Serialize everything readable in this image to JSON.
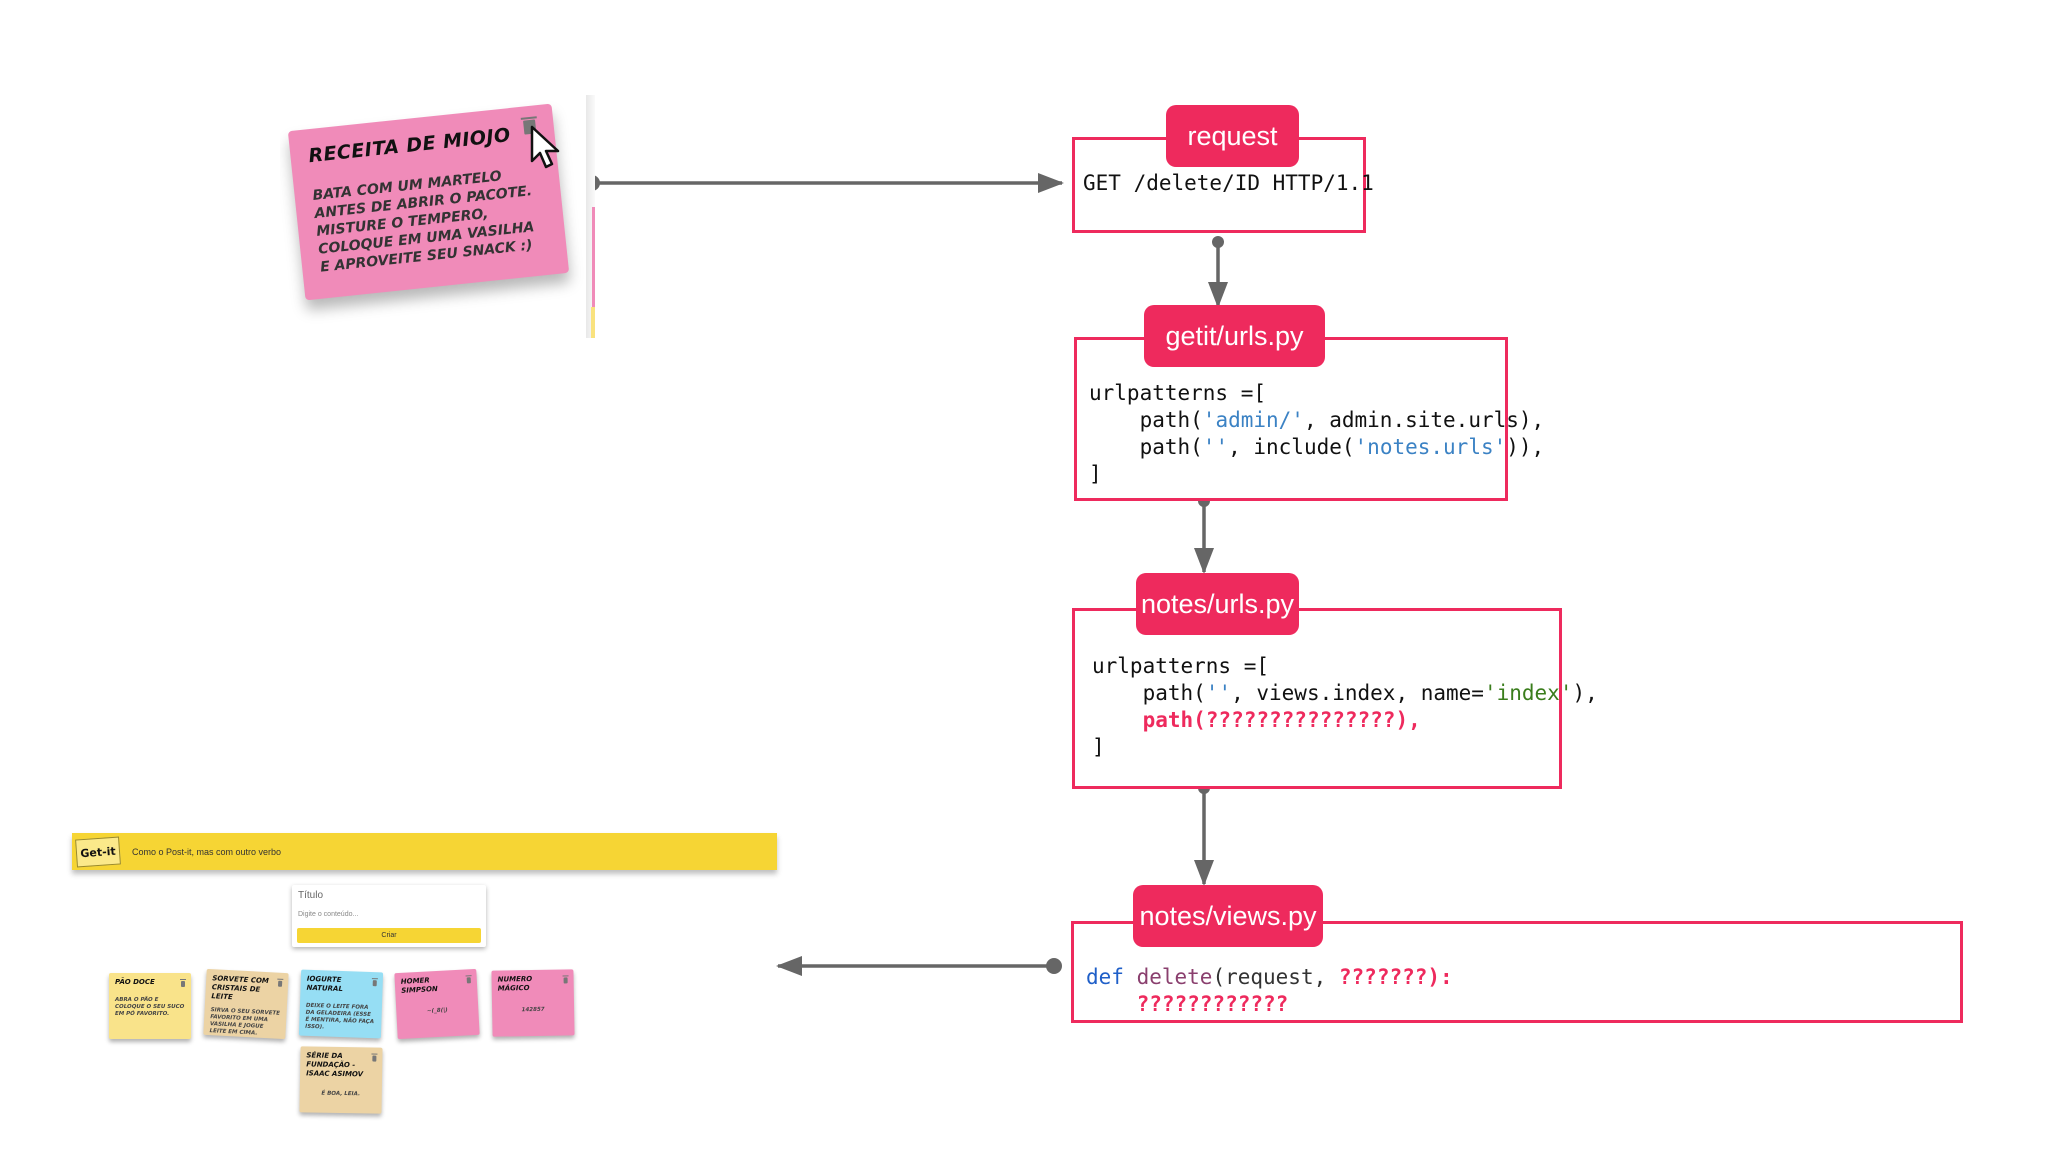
{
  "colors": {
    "accent": "#ee2a5d",
    "connector": "#666666",
    "app_yellow": "#f6d534",
    "note_pink": "#f08bb9",
    "note_yellow": "#f9e38a",
    "note_tan": "#ecd3a4",
    "note_blue": "#96def4"
  },
  "top_note_screenshot": {
    "note_title": "Receita de miojo",
    "note_body": "Bata com um martelo antes de abrir o pacote. Misture o tempero, coloque em uma vasilha e aproveite seu snack :)",
    "delete_icon": "trash-icon",
    "pointer_icon": "mouse-cursor-icon"
  },
  "flow": {
    "request": {
      "label": "request",
      "code": "GET /delete/ID HTTP/1.1"
    },
    "getit_urls": {
      "label": "getit/urls.py",
      "line1": "urlpatterns =[",
      "line2_pre": "    path(",
      "line2_str": "'admin/'",
      "line2_post": ", admin.site.urls),",
      "line3_pre": "    path(",
      "line3_str1": "''",
      "line3_mid": ", include(",
      "line3_str2": "'notes.urls'",
      "line3_post": ")),",
      "line4": "]"
    },
    "notes_urls": {
      "label": "notes/urls.py",
      "line1": "urlpatterns =[",
      "line2_pre": "    path(",
      "line2_str1": "''",
      "line2_mid": ", views.index, name=",
      "line2_str2": "'index'",
      "line2_post": "),",
      "line3_indent": "    ",
      "line3_missing": "path(???????????????),",
      "line4": "]"
    },
    "notes_views": {
      "label": "notes/views.py",
      "kw_def": "def",
      "fn_name": "delete",
      "params_pre": "(request, ",
      "params_missing": "???????",
      "params_post": "):",
      "body_indent": "    ",
      "body_missing": "????????????"
    }
  },
  "app_screenshot": {
    "logo": "Get-it",
    "tagline": "Como o Post-it, mas com outro verbo",
    "form": {
      "title_placeholder": "Título",
      "content_placeholder": "Digite o conteúdo...",
      "submit_label": "Criar"
    },
    "notes": [
      {
        "title": "Pão doce",
        "body": "Abra o pão e coloque o seu suco em pó favorito.",
        "color": "#f9e38a"
      },
      {
        "title": "Sorvete com cristais de leite",
        "body": "Sirva o seu sorvete favorito em uma vasilha e jogue leite em cima.",
        "color": "#ecd3a4"
      },
      {
        "title": "Iogurte natural",
        "body": "Deixe o leite fora da geladeira (esse é mentira, não faça isso).",
        "color": "#96def4"
      },
      {
        "title": "Homer Simpson",
        "body": "~(_8(|)",
        "color": "#f08bb9"
      },
      {
        "title": "Numero mágico",
        "body": "142857",
        "color": "#f08bb9"
      },
      {
        "title": "Série da Fundação - Isaac Asimov",
        "body": "É boa, leia.",
        "color": "#ecd3a4"
      }
    ]
  }
}
